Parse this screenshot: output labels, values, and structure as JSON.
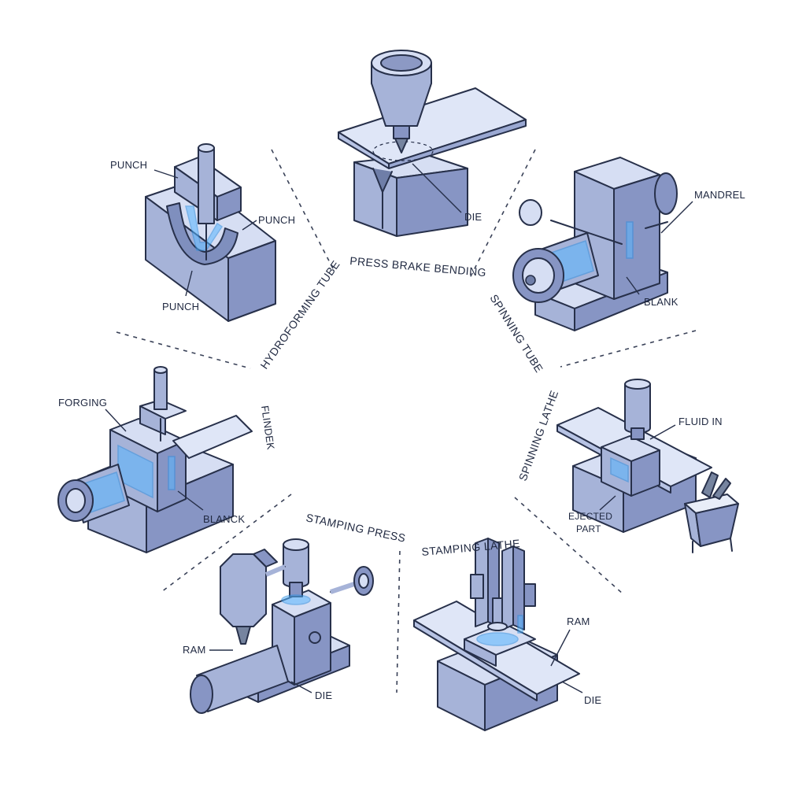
{
  "labels": {
    "punch_top": "PUNCH",
    "punch_right": "PUNCH",
    "punch_bottom": "PUNCH",
    "hydroforming_tube": "HYDROFORMING TUBE",
    "press_brake_bending": "PRESS BRAKE BENDING",
    "die_press_brake": "DIE",
    "mandrel": "MANDREL",
    "blank_spinning": "BLANK",
    "spinning_tube": "SPINNING TUBE",
    "forging": "FORGING",
    "flindek": "FLINDEK",
    "blanck": "BLANCK",
    "spinning_lathe": "SPINNING LATHE",
    "fluid_in": "FLUID IN",
    "ejected_part_line1": "EJECTED",
    "ejected_part_line2": "PART",
    "stamping_press": "STAMPING PRESS",
    "ram_left": "RAM",
    "die_left": "DIE",
    "stamping_lathe": "STAMPING LATHE",
    "ram_right": "RAM",
    "die_right": "DIE"
  },
  "colors": {
    "ink": "#27304a",
    "metal_light": "#d6def3",
    "metal_mid": "#a6b3d8",
    "metal_dark": "#8795c4",
    "glow": "#58b6ff"
  }
}
